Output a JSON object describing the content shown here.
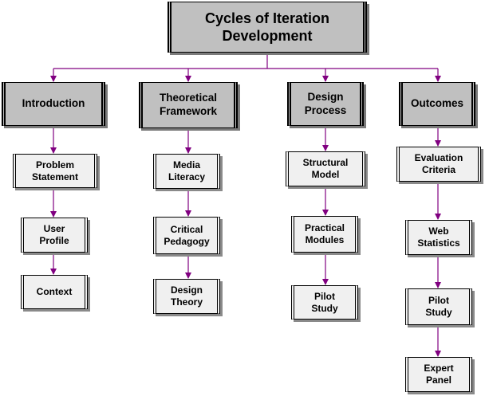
{
  "diagram": {
    "title": "Cycles of Iteration\nDevelopment",
    "columns": [
      {
        "heading": "Introduction",
        "items": [
          "Problem\nStatement",
          "User\nProfile",
          "Context"
        ]
      },
      {
        "heading": "Theoretical\nFramework",
        "items": [
          "Media\nLiteracy",
          "Critical\nPedagogy",
          "Design\nTheory"
        ]
      },
      {
        "heading": "Design\nProcess",
        "items": [
          "Structural\nModel",
          "Practical\nModules",
          "Pilot\nStudy"
        ]
      },
      {
        "heading": "Outcomes",
        "items": [
          "Evaluation\nCriteria",
          "Web\nStatistics",
          "Pilot\nStudy",
          "Expert\nPanel"
        ]
      }
    ],
    "colors": {
      "box_fill": "#c0c0c0",
      "item_fill": "#f0f0f0",
      "connector": "#800080"
    }
  }
}
